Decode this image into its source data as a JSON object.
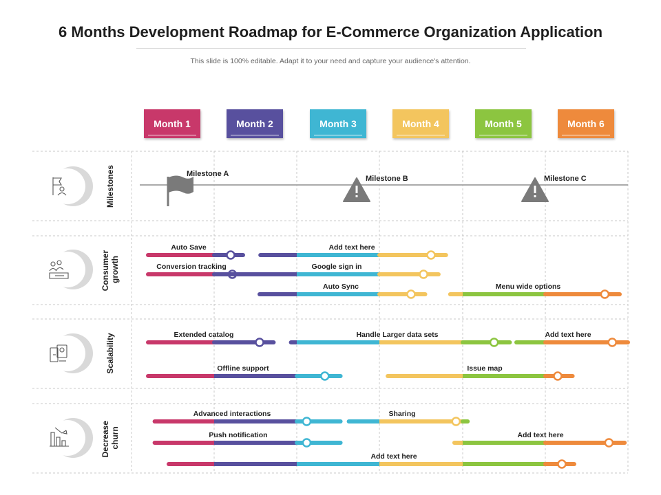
{
  "title": "6 Months Development Roadmap for E-Commerce Organization Application",
  "subtitle": "This slide is 100% editable. Adapt it to your need and capture your audience's attention.",
  "months": [
    {
      "label": "Month 1",
      "color": "#c8386a"
    },
    {
      "label": "Month 2",
      "color": "#58509e"
    },
    {
      "label": "Month 3",
      "color": "#3fb6d3"
    },
    {
      "label": "Month 4",
      "color": "#f3c55e"
    },
    {
      "label": "Month 5",
      "color": "#8cc540"
    },
    {
      "label": "Month 6",
      "color": "#ee8a3c"
    }
  ],
  "rows": [
    {
      "label_lines": [
        "Milestones"
      ],
      "icon": "flag-person-icon"
    },
    {
      "label_lines": [
        "Consumer",
        "growth"
      ],
      "icon": "people-tree-icon"
    },
    {
      "label_lines": [
        "Scalability"
      ],
      "icon": "devices-icon"
    },
    {
      "label_lines": [
        "Decrease",
        "churn"
      ],
      "icon": "bar-chart-down-icon"
    }
  ],
  "milestones": [
    {
      "label": "Milestone A",
      "icon": "flag-icon"
    },
    {
      "label": "Milestone B",
      "icon": "warning-icon"
    },
    {
      "label": "Milestone C",
      "icon": "warning-icon"
    }
  ],
  "tasks": [
    {
      "label": "Auto Save",
      "start": 0.2,
      "end": 1.35,
      "marker": 1.2
    },
    {
      "label": "Conversion tracking",
      "start": 0.2,
      "end": 1.4,
      "marker": 1.22
    },
    {
      "label": "Auto Sync",
      "start": 1.55,
      "end": 3.55,
      "marker": 3.38
    },
    {
      "label": "Add text here",
      "start": 1.56,
      "end": 3.8,
      "marker": 3.62
    },
    {
      "label": "Google sign in",
      "start": 1.08,
      "end": 3.71,
      "marker": 3.53
    },
    {
      "label": "Menu wide options",
      "start": 3.85,
      "end": 5.9,
      "marker": 5.72
    },
    {
      "label": "Extended catalog",
      "start": 0.2,
      "end": 1.72,
      "marker": 1.55
    },
    {
      "label": "Handle Larger data sets",
      "start": 1.93,
      "end": 4.57,
      "marker": 4.38
    },
    {
      "label": "Add text here",
      "start": 4.65,
      "end": 6.0,
      "marker": 5.81
    },
    {
      "label": "Offline support",
      "start": 0.2,
      "end": 2.53,
      "marker": 2.34
    },
    {
      "label": "Issue map",
      "start": 3.1,
      "end": 5.33,
      "marker": 5.15
    },
    {
      "label": "Advanced interactions",
      "start": 0.28,
      "end": 2.53,
      "marker": 2.12
    },
    {
      "label": "Sharing",
      "start": 2.63,
      "end": 4.06,
      "marker": 3.92
    },
    {
      "label": "Push notification",
      "start": 0.28,
      "end": 2.53,
      "marker": 2.12
    },
    {
      "label": "Add text here",
      "start": 3.9,
      "end": 5.96,
      "marker": 5.77
    },
    {
      "label": "Add text here",
      "start": 0.45,
      "end": 5.35,
      "marker": 5.2
    }
  ]
}
